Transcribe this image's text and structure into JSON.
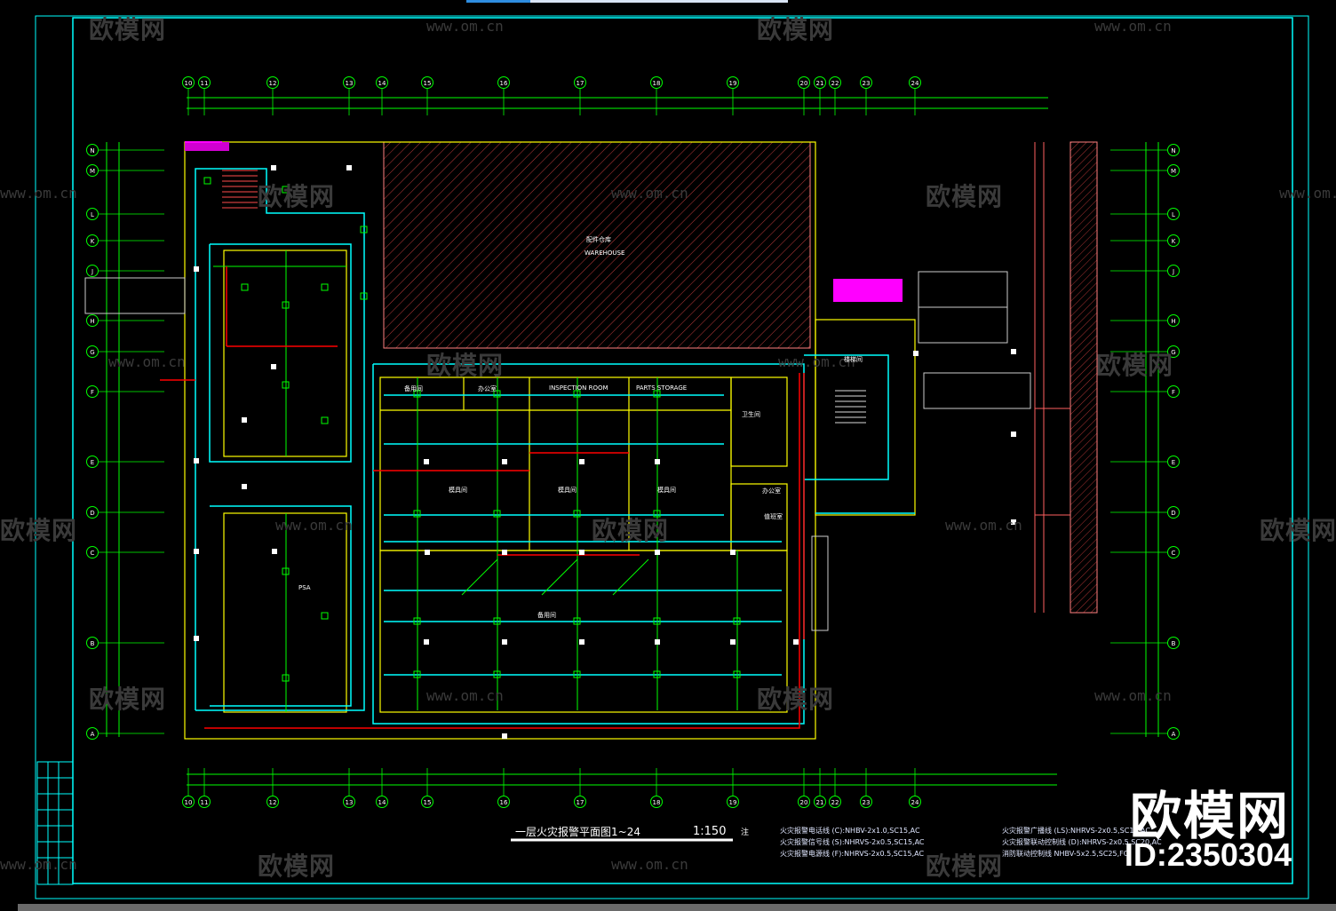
{
  "drawing": {
    "title": "一层火灾报警平面图1~24",
    "scale": "1:150",
    "note_label": "注",
    "brand_logo": "欧模网",
    "brand_id": "ID:2350304"
  },
  "watermark": {
    "logo_text": "欧模网",
    "url_text": "www.om.cn"
  },
  "axes": {
    "top_labels": [
      "10",
      "11",
      "12",
      "13",
      "14",
      "15",
      "16",
      "17",
      "18",
      "19",
      "20",
      "21",
      "22",
      "23",
      "24"
    ],
    "bottom_labels": [
      "10",
      "11",
      "12",
      "13",
      "14",
      "15",
      "16",
      "17",
      "18",
      "19",
      "20",
      "21",
      "22",
      "23",
      "24"
    ],
    "left_labels": [
      "N",
      "M",
      "L",
      "K",
      "J",
      "H",
      "G",
      "F",
      "E",
      "D",
      "C",
      "B",
      "A"
    ],
    "right_labels": [
      "N",
      "M",
      "L",
      "K",
      "J",
      "H",
      "G",
      "F",
      "E",
      "D",
      "C",
      "B",
      "A"
    ]
  },
  "rooms": {
    "warehouse_cn": "配件仓库",
    "warehouse_en": "WAREHOUSE",
    "inspection": "INSPECTION ROOM",
    "parts_storage": "PARTS STORAGE",
    "office": "办公室",
    "standby": "备用间",
    "mold_room": "模具间",
    "psa": "PSA",
    "duty": "值班室",
    "stair": "楼梯间",
    "toilet": "卫生间"
  },
  "legend": {
    "items": [
      "火灾报警电话线 (C):NHBV-2x1.0,SC15,AC",
      "火灾报警信号线 (S):NHRVS-2x0.5,SC15,AC",
      "火灾报警电源线 (F):NHRVS-2x0.5,SC15,AC",
      "火灾报警广播线 (LS):NHRVS-2x0.5,SC15,AC",
      "火灾报警联动控制线 (D):NHRVS-2x0.5,SC20,AC",
      "消防联动控制线 NHBV-5x2.5,SC25,FC"
    ]
  },
  "colors": {
    "frame": "#00ffff",
    "wall": "#ffff00",
    "signal": "#00ffff",
    "power": "#ff0000",
    "device": "#00ff00",
    "axis": "#00ff00",
    "hatch": "#ff4d4d",
    "stair": "#ff00ff"
  }
}
